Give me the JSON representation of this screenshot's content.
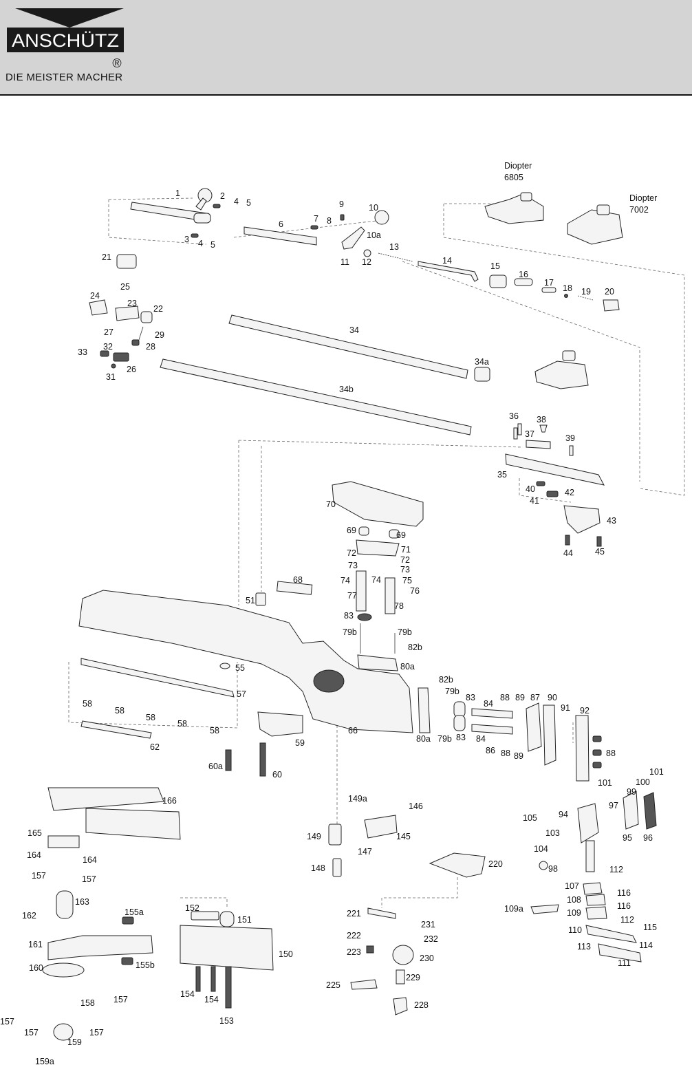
{
  "brand": {
    "name": "ANSCHÜTZ",
    "registered": "®",
    "tagline": "DIE MEISTER MACHER"
  },
  "callouts": {
    "diopter_6805": [
      "Diopter",
      "6805"
    ],
    "diopter_7002": [
      "Diopter",
      "7002"
    ]
  },
  "part_labels": [
    "1",
    "2",
    "4",
    "5",
    "3",
    "4",
    "5",
    "6",
    "7",
    "8",
    "9",
    "10",
    "10a",
    "11",
    "12",
    "13",
    "14",
    "15",
    "16",
    "17",
    "18",
    "19",
    "20",
    "21",
    "25",
    "24",
    "23",
    "22",
    "29",
    "27",
    "28",
    "33",
    "32",
    "26",
    "31",
    "34",
    "34a",
    "34b",
    "36",
    "38",
    "37",
    "39",
    "35",
    "40",
    "42",
    "41",
    "43",
    "44",
    "45",
    "70",
    "69",
    "69",
    "71",
    "72",
    "72",
    "73",
    "73",
    "74",
    "74",
    "75",
    "76",
    "77",
    "78",
    "68",
    "51",
    "83",
    "79b",
    "79b",
    "82b",
    "80a",
    "55",
    "57",
    "58",
    "58",
    "58",
    "58",
    "58",
    "62",
    "66",
    "59",
    "60a",
    "60",
    "82b",
    "79b",
    "83",
    "83",
    "80a",
    "79b",
    "84",
    "84",
    "88",
    "89",
    "87",
    "90",
    "91",
    "92",
    "86",
    "88",
    "89",
    "88",
    "101",
    "101",
    "100",
    "99",
    "97",
    "94",
    "95",
    "96",
    "105",
    "103",
    "104",
    "98",
    "112",
    "107",
    "116",
    "108",
    "116",
    "109a",
    "109",
    "112",
    "115",
    "110",
    "113",
    "114",
    "111",
    "149a",
    "146",
    "149",
    "145",
    "147",
    "148",
    "220",
    "221",
    "231",
    "222",
    "232",
    "223",
    "230",
    "229",
    "225",
    "228",
    "166",
    "165",
    "164",
    "164",
    "157",
    "157",
    "163",
    "162",
    "155a",
    "152",
    "151",
    "161",
    "150",
    "155b",
    "160",
    "157",
    "158",
    "157",
    "157",
    "157",
    "154",
    "154",
    "153",
    "159",
    "159a"
  ]
}
